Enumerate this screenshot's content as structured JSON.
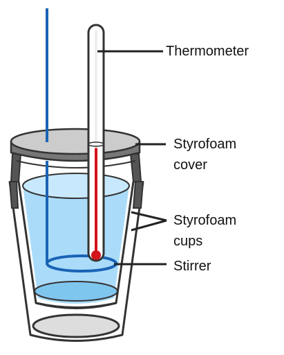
{
  "labels": {
    "thermometer": "Thermometer",
    "cover_line1": "Styrofoam",
    "cover_line2": "cover",
    "cups_line1": "Styrofoam",
    "cups_line2": "cups",
    "stirrer": "Stirrer"
  },
  "colors": {
    "outline": "#333333",
    "water": "#aadcfa",
    "water_dark": "#7fc6ef",
    "stirrer": "#1a63b5",
    "mercury": "#d4141c",
    "cover": "#cccccc",
    "cover_rim": "#777777",
    "cup_band": "#555555"
  },
  "thermometer": {
    "liquid_level": 0.48
  }
}
